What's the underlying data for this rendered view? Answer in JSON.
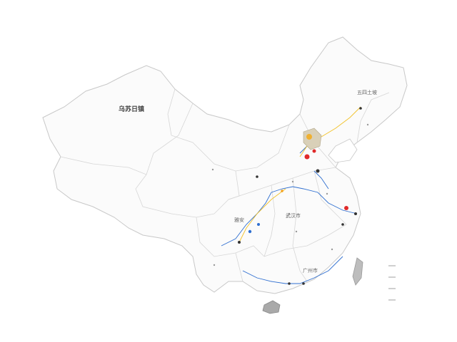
{
  "region_labels": {
    "xinjiang": "乌苏日镇",
    "heilongjiang": "五四土坡",
    "sichuan": "雅安",
    "hubei": "武汉市",
    "guangdong": "广州市"
  },
  "colors": {
    "border": "#c8c8c8",
    "river": "#2f6fd0",
    "route": "#f2c229",
    "marker_red": "#e02a2a",
    "marker_dark": "#333333"
  }
}
